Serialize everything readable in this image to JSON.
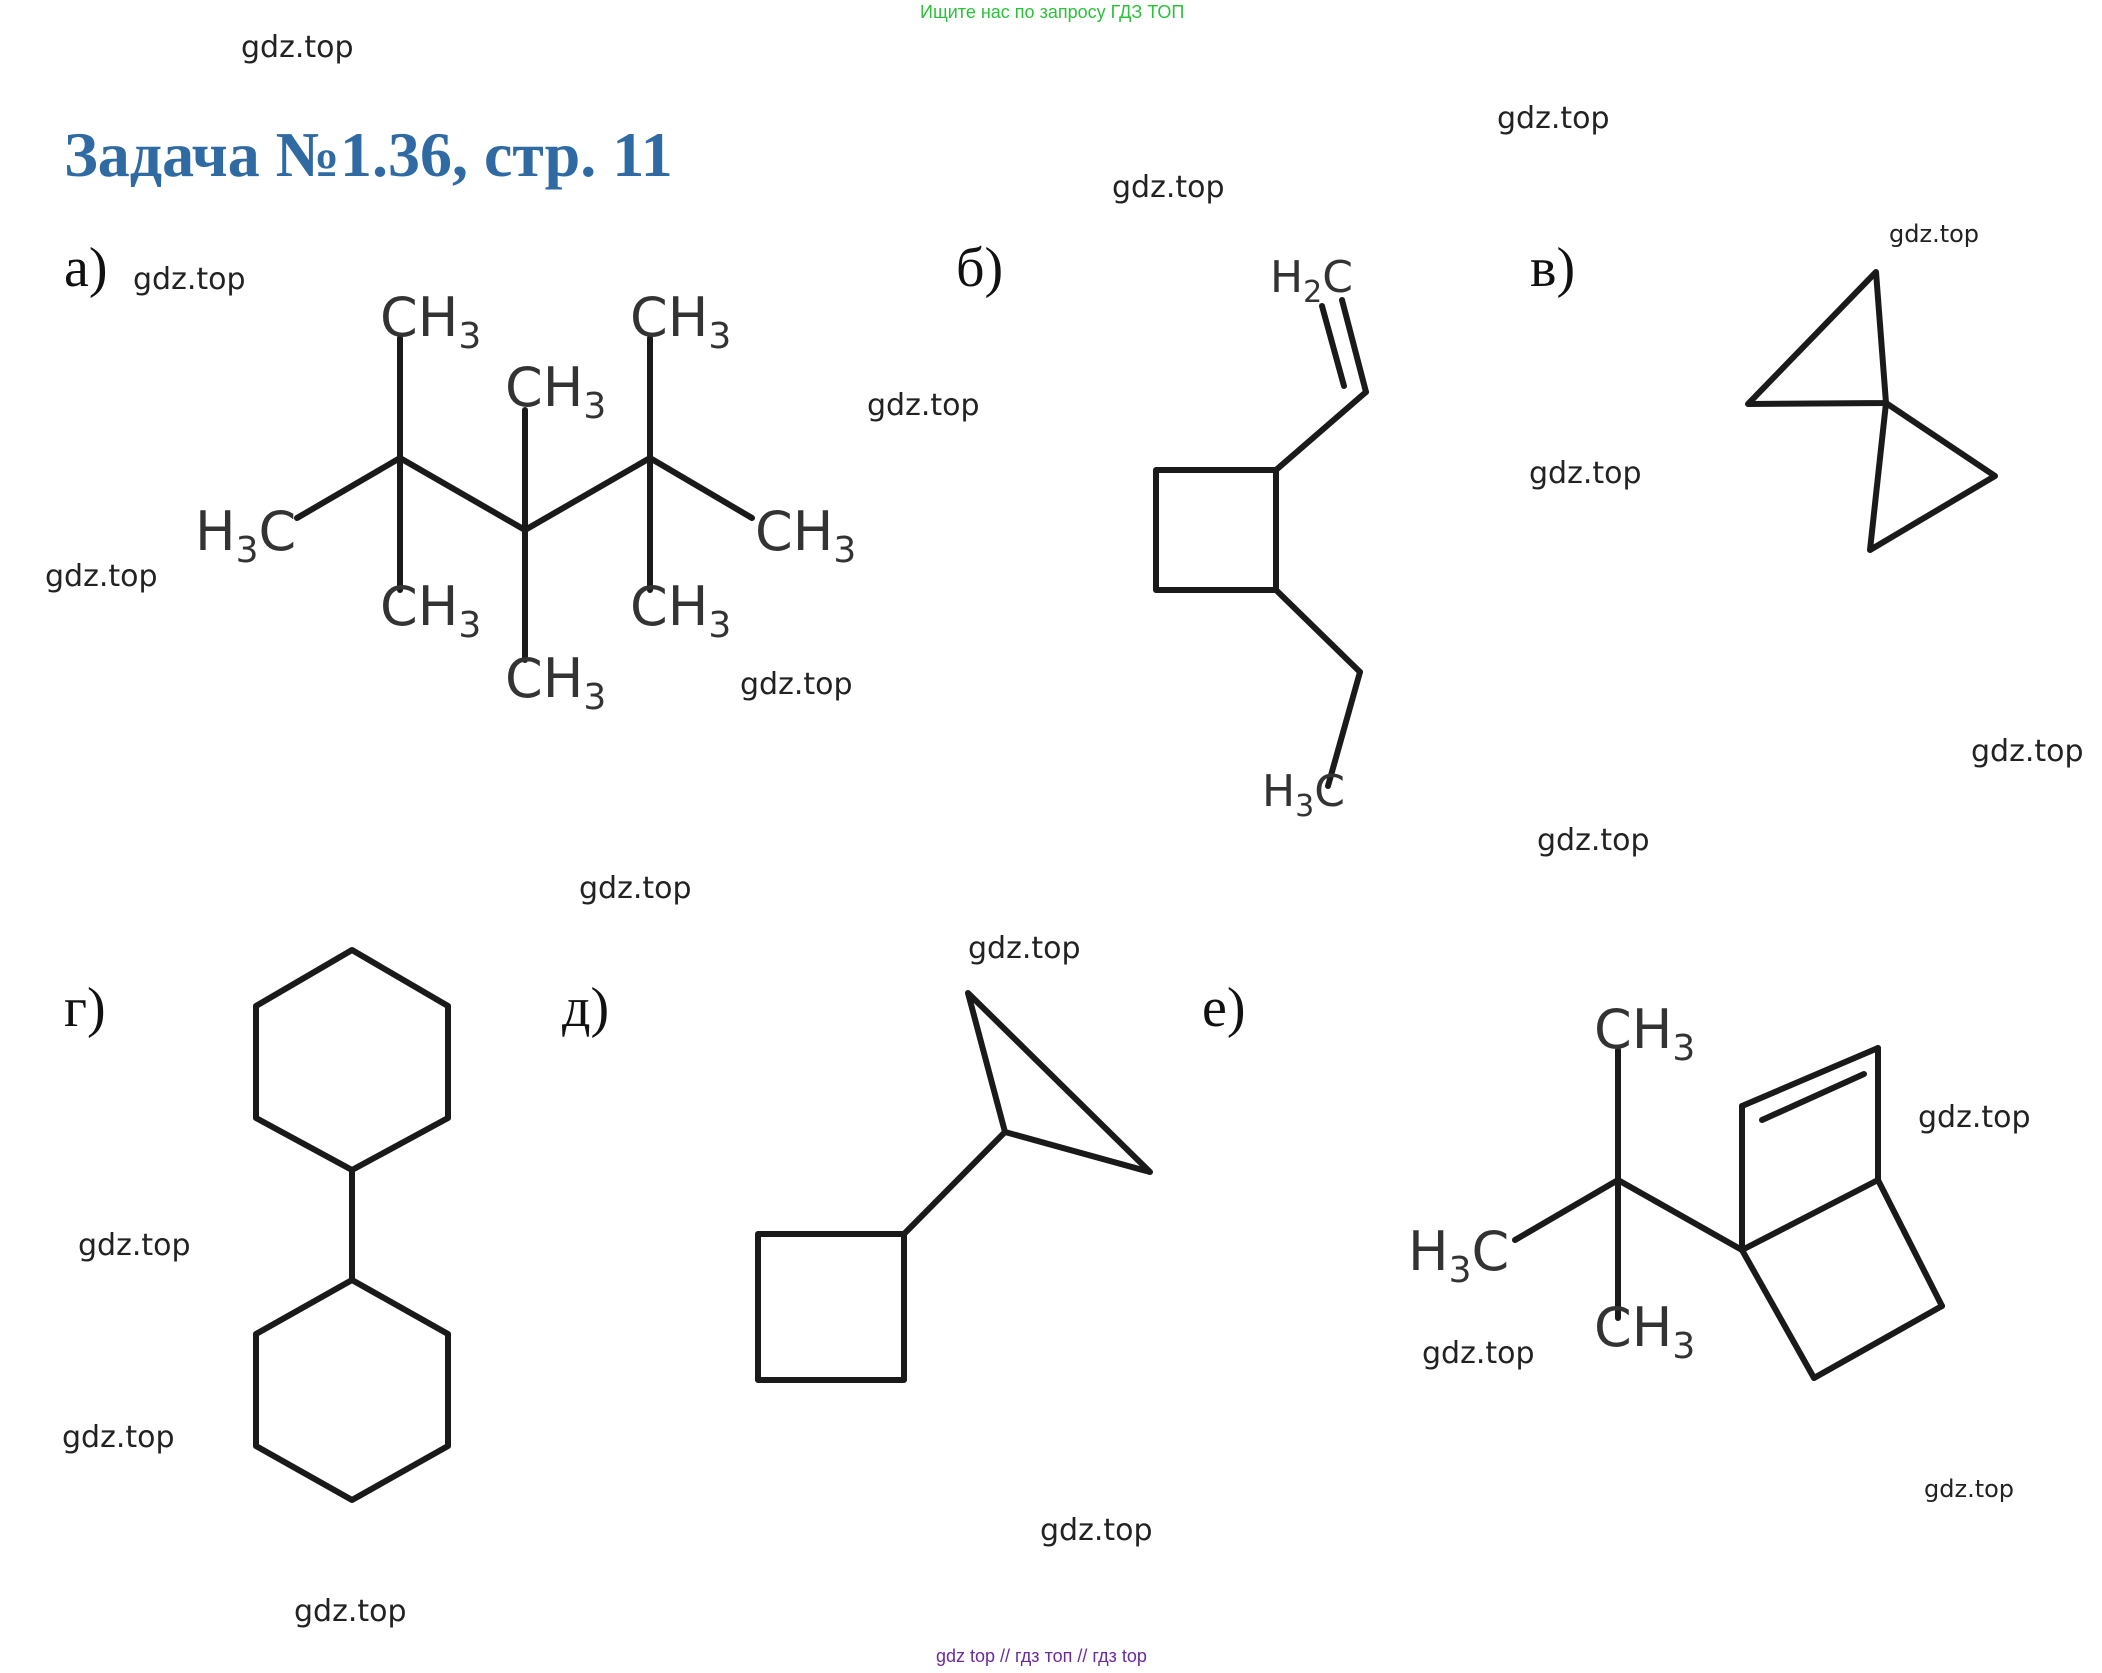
{
  "header": {
    "banner": "Ищите нас по запросу ГДЗ ТОП",
    "title": "Задача №1.36, стр. 11"
  },
  "watermark": "gdz.top",
  "parts": {
    "a": "а)",
    "b": "б)",
    "v": "в)",
    "g": "г)",
    "d": "д)",
    "e": "е)"
  },
  "atoms": {
    "ch3": "CH",
    "h3c": "H",
    "h2c": "H",
    "sub3": "3",
    "sub2": "2",
    "c": "C"
  },
  "footer": "gdz top  //  гдз топ  //  гдз top"
}
